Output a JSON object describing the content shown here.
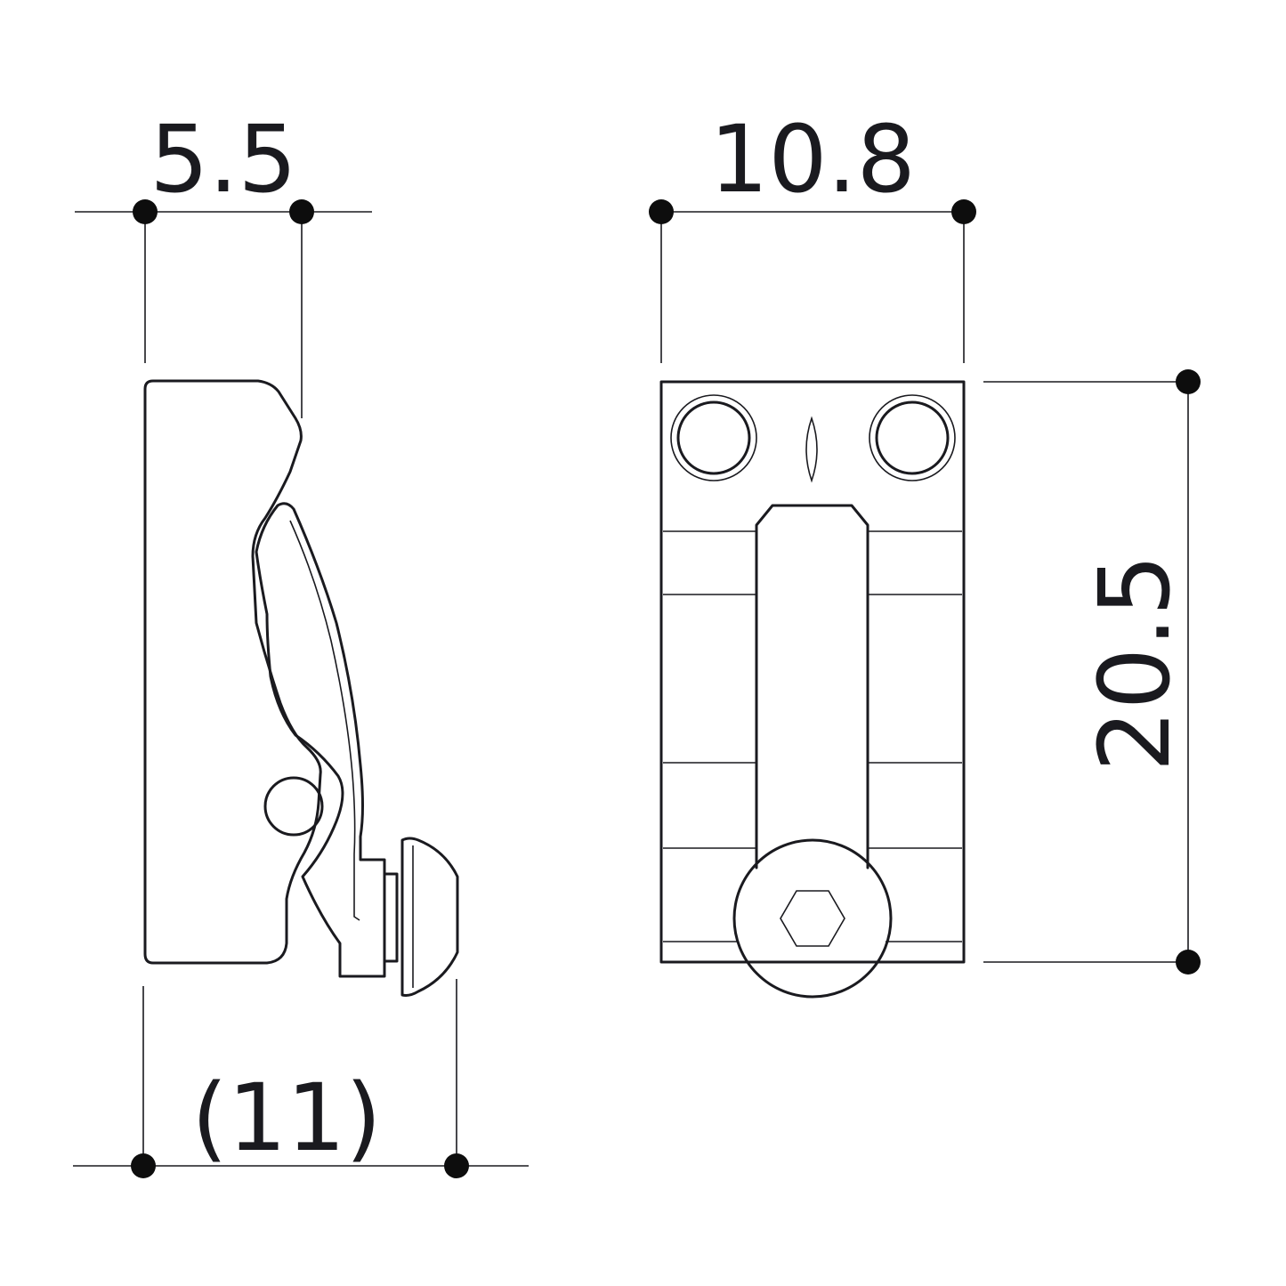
{
  "dimensions": {
    "side_top_width": "5.5",
    "side_overall_width": "(11)",
    "front_width": "10.8",
    "front_height": "20.5"
  },
  "colors": {
    "line": "#1a1a1f",
    "background": "#ffffff"
  }
}
